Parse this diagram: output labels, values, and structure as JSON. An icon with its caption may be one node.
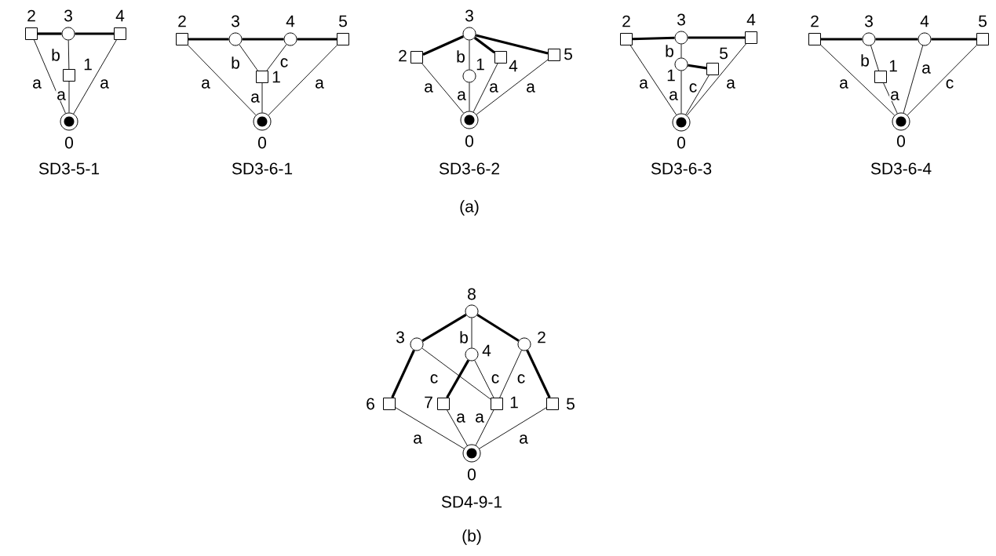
{
  "diagram": {
    "nodes": [
      {
        "text": [],
        "shape": "bullseye",
        "beside": [
          "0"
        ]
      },
      {
        "text": [],
        "shape": "box",
        "beside": [
          "1"
        ]
      },
      {
        "text": [],
        "shape": "box",
        "beside": [
          "2"
        ]
      },
      {
        "text": [],
        "shape": "circle",
        "beside": [
          "3"
        ]
      },
      {
        "text": [],
        "shape": "box",
        "beside": [
          "4"
        ]
      },
      {
        "text": [],
        "shape": "bullseye",
        "beside": [
          "0"
        ]
      },
      {
        "text": [],
        "shape": "box",
        "beside": [
          "1"
        ]
      },
      {
        "text": [],
        "shape": "box",
        "beside": [
          "2"
        ]
      },
      {
        "text": [],
        "shape": "circle",
        "beside": [
          "3"
        ]
      },
      {
        "text": [],
        "shape": "circle",
        "beside": [
          "4"
        ]
      },
      {
        "text": [],
        "shape": "box",
        "beside": [
          "5"
        ]
      },
      {
        "text": [],
        "shape": "bullseye",
        "beside": [
          "0"
        ]
      },
      {
        "text": [],
        "shape": "circle",
        "beside": [
          "1"
        ]
      },
      {
        "text": [],
        "shape": "box",
        "beside": [
          "2"
        ]
      },
      {
        "text": [],
        "shape": "circle",
        "beside": [
          "3"
        ]
      },
      {
        "text": [],
        "shape": "box",
        "beside": [
          "4"
        ]
      },
      {
        "text": [],
        "shape": "box",
        "beside": [
          "5"
        ]
      },
      {
        "text": [],
        "shape": "bullseye",
        "beside": [
          "0"
        ]
      },
      {
        "text": [],
        "shape": "circle",
        "beside": [
          "1"
        ]
      },
      {
        "text": [],
        "shape": "box",
        "beside": [
          "2"
        ]
      },
      {
        "text": [],
        "shape": "circle",
        "beside": [
          "3"
        ]
      },
      {
        "text": [],
        "shape": "box",
        "beside": [
          "4"
        ]
      },
      {
        "text": [],
        "shape": "box",
        "beside": [
          "5"
        ]
      },
      {
        "text": [],
        "shape": "bullseye",
        "beside": [
          "0"
        ]
      },
      {
        "text": [],
        "shape": "box",
        "beside": [
          "1"
        ]
      },
      {
        "text": [],
        "shape": "box",
        "beside": [
          "2"
        ]
      },
      {
        "text": [],
        "shape": "circle",
        "beside": [
          "3"
        ]
      },
      {
        "text": [],
        "shape": "circle",
        "beside": [
          "4"
        ]
      },
      {
        "text": [],
        "shape": "box",
        "beside": [
          "5"
        ]
      },
      {
        "text": [],
        "shape": "bullseye",
        "beside": [
          "0"
        ]
      },
      {
        "text": [],
        "shape": "box",
        "beside": [
          "1"
        ]
      },
      {
        "text": [],
        "shape": "circle",
        "beside": [
          "2"
        ]
      },
      {
        "text": [],
        "shape": "circle",
        "beside": [
          "3"
        ]
      },
      {
        "text": [],
        "shape": "circle",
        "beside": [
          "4"
        ]
      },
      {
        "text": [],
        "shape": "box",
        "beside": [
          "5"
        ]
      },
      {
        "text": [],
        "shape": "box",
        "beside": [
          "6"
        ]
      },
      {
        "text": [],
        "shape": "box",
        "beside": [
          "7"
        ]
      },
      {
        "text": [],
        "shape": "circle",
        "beside": [
          "8"
        ]
      }
    ],
    "edges": [
      {
        "from": 2,
        "to": 3,
        "arrow": "none",
        "style": "thick"
      },
      {
        "from": 3,
        "to": 4,
        "arrow": "none",
        "style": "thick"
      },
      {
        "from": 3,
        "to": 1,
        "arrow": "none",
        "label": "b"
      },
      {
        "from": 1,
        "to": 0,
        "arrow": "none",
        "label": "a"
      },
      {
        "from": 2,
        "to": 0,
        "arrow": "none",
        "label": "a"
      },
      {
        "from": 4,
        "to": 0,
        "arrow": "none",
        "label": "a"
      },
      {
        "from": 7,
        "to": 8,
        "arrow": "none",
        "style": "thick"
      },
      {
        "from": 8,
        "to": 9,
        "arrow": "none",
        "style": "thick"
      },
      {
        "from": 9,
        "to": 10,
        "arrow": "none",
        "style": "thick"
      },
      {
        "from": 8,
        "to": 6,
        "arrow": "none",
        "label": "b"
      },
      {
        "from": 9,
        "to": 6,
        "arrow": "none",
        "label": "c"
      },
      {
        "from": 6,
        "to": 5,
        "arrow": "none",
        "label": "a"
      },
      {
        "from": 7,
        "to": 5,
        "arrow": "none",
        "label": "a"
      },
      {
        "from": 10,
        "to": 5,
        "arrow": "none",
        "label": "a"
      },
      {
        "from": 14,
        "to": 13,
        "arrow": "none",
        "style": "thick"
      },
      {
        "from": 14,
        "to": 15,
        "arrow": "none",
        "style": "thick"
      },
      {
        "from": 14,
        "to": 16,
        "arrow": "none",
        "style": "thick"
      },
      {
        "from": 14,
        "to": 12,
        "arrow": "none",
        "label": "b"
      },
      {
        "from": 12,
        "to": 11,
        "arrow": "none",
        "label": "a"
      },
      {
        "from": 13,
        "to": 11,
        "arrow": "none",
        "label": "a"
      },
      {
        "from": 15,
        "to": 11,
        "arrow": "none",
        "label": "a"
      },
      {
        "from": 16,
        "to": 11,
        "arrow": "none",
        "label": "a"
      },
      {
        "from": 19,
        "to": 20,
        "arrow": "none",
        "style": "thick"
      },
      {
        "from": 20,
        "to": 21,
        "arrow": "none",
        "style": "thick"
      },
      {
        "from": 20,
        "to": 18,
        "arrow": "none",
        "label": "b"
      },
      {
        "from": 18,
        "to": 22,
        "arrow": "none",
        "style": "thick"
      },
      {
        "from": 18,
        "to": 17,
        "arrow": "none",
        "label": "a"
      },
      {
        "from": 22,
        "to": 17,
        "arrow": "none",
        "label": "c"
      },
      {
        "from": 19,
        "to": 17,
        "arrow": "none",
        "label": "a"
      },
      {
        "from": 21,
        "to": 17,
        "arrow": "none",
        "label": "a"
      },
      {
        "from": 25,
        "to": 26,
        "arrow": "none",
        "style": "thick"
      },
      {
        "from": 26,
        "to": 27,
        "arrow": "none",
        "style": "thick"
      },
      {
        "from": 27,
        "to": 28,
        "arrow": "none",
        "style": "thick"
      },
      {
        "from": 26,
        "to": 24,
        "arrow": "none",
        "label": "b"
      },
      {
        "from": 24,
        "to": 23,
        "arrow": "none",
        "label": "a"
      },
      {
        "from": 27,
        "to": 23,
        "arrow": "none",
        "label": "a"
      },
      {
        "from": 25,
        "to": 23,
        "arrow": "none",
        "label": "a"
      },
      {
        "from": 28,
        "to": 23,
        "arrow": "none",
        "label": "c"
      },
      {
        "from": 37,
        "to": 32,
        "arrow": "none",
        "style": "thick"
      },
      {
        "from": 37,
        "to": 31,
        "arrow": "none",
        "style": "thick"
      },
      {
        "from": 37,
        "to": 33,
        "arrow": "none",
        "label": "b"
      },
      {
        "from": 32,
        "to": 35,
        "arrow": "none",
        "style": "thick"
      },
      {
        "from": 32,
        "to": 30,
        "arrow": "none"
      },
      {
        "from": 33,
        "to": 36,
        "arrow": "none",
        "style": "thick",
        "label": "c"
      },
      {
        "from": 33,
        "to": 30,
        "arrow": "none",
        "label": "c"
      },
      {
        "from": 31,
        "to": 30,
        "arrow": "none",
        "label": "c"
      },
      {
        "from": 31,
        "to": 34,
        "arrow": "none",
        "style": "thick"
      },
      {
        "from": 35,
        "to": 29,
        "arrow": "none",
        "label": "a"
      },
      {
        "from": 36,
        "to": 29,
        "arrow": "none",
        "label": "a"
      },
      {
        "from": 30,
        "to": 29,
        "arrow": "none",
        "label": "a"
      },
      {
        "from": 34,
        "to": 29,
        "arrow": "none",
        "label": "a"
      }
    ],
    "labels": [
      "SD3-5-1",
      "SD3-6-1",
      "SD3-6-2",
      "SD3-6-3",
      "SD3-6-4",
      "(a)",
      "SD4-9-1",
      "(b)"
    ]
  }
}
